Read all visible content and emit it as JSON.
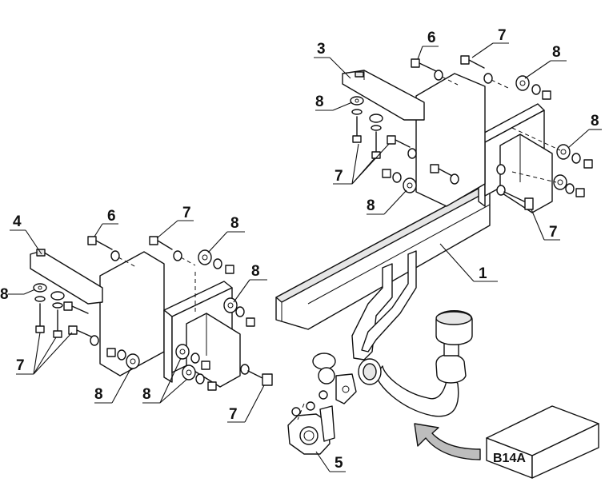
{
  "callouts": {
    "c1": "1",
    "c3": "3",
    "c4": "4",
    "c5": "5",
    "c6": "6",
    "c7": "7",
    "c8": "8"
  },
  "box_label": "B14A"
}
